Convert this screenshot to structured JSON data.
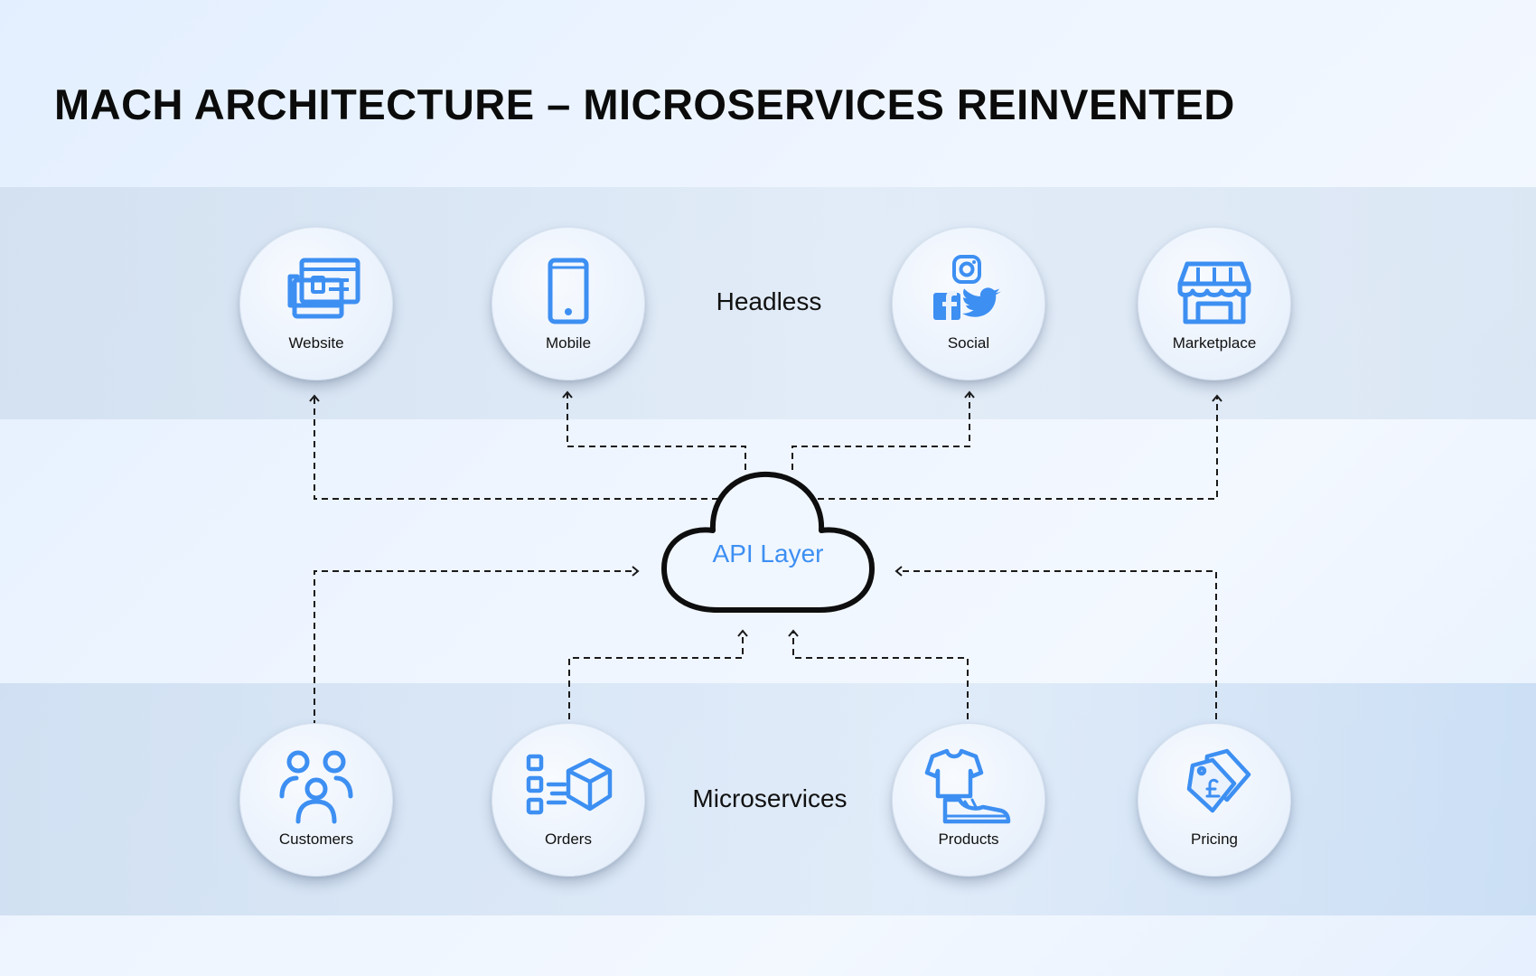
{
  "title": "MACH ARCHITECTURE – MICROSERVICES REINVENTED",
  "headless": {
    "label": "Headless",
    "nodes": [
      {
        "label": "Website",
        "icon": "website-icon"
      },
      {
        "label": "Mobile",
        "icon": "mobile-phone-icon"
      },
      {
        "label": "Social",
        "icon": "social-media-icon"
      },
      {
        "label": "Marketplace",
        "icon": "storefront-icon"
      }
    ]
  },
  "api": {
    "label": "API Layer",
    "icon": "cloud-icon"
  },
  "microservices": {
    "label": "Microservices",
    "nodes": [
      {
        "label": "Customers",
        "icon": "users-icon"
      },
      {
        "label": "Orders",
        "icon": "orders-box-icon"
      },
      {
        "label": "Products",
        "icon": "shirt-shoe-icon"
      },
      {
        "label": "Pricing",
        "icon": "price-tag-icon"
      }
    ]
  },
  "colors": {
    "accent": "#3d8ff2",
    "text": "#111111",
    "connector": "#1a1a1a"
  }
}
